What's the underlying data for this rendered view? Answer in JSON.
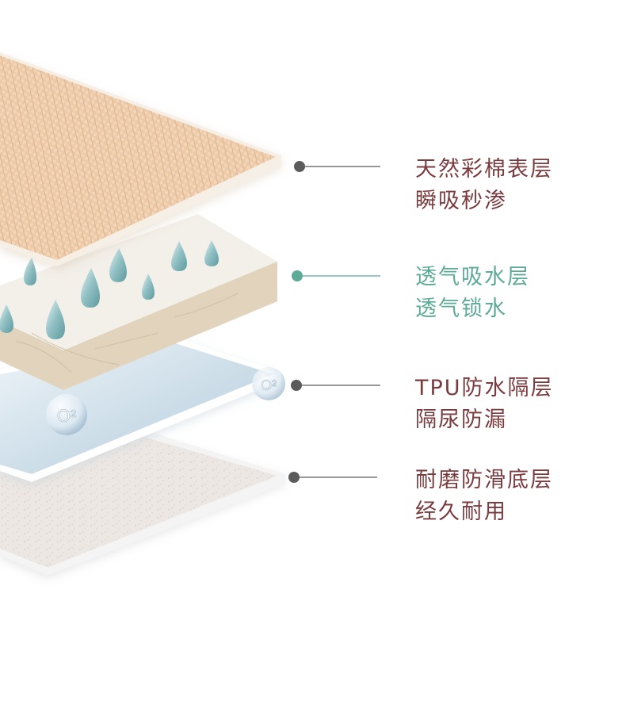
{
  "colors": {
    "text_primary": "#7a3b3e",
    "text_accent": "#5dab96",
    "dot_gray": "#5b5b5b",
    "dot_teal": "#5dab96"
  },
  "layers": [
    {
      "title": "天然彩棉表层",
      "subtitle": "瞬吸秒渗",
      "color": "brown"
    },
    {
      "title": "透气吸水层",
      "subtitle": "透气锁水",
      "color": "teal"
    },
    {
      "title": "TPU防水隔层",
      "subtitle": "隔尿防漏",
      "color": "brown"
    },
    {
      "title": "耐磨防滑底层",
      "subtitle": "经久耐用",
      "color": "brown"
    }
  ],
  "oxygen_symbols": [
    "O²",
    "O²"
  ]
}
